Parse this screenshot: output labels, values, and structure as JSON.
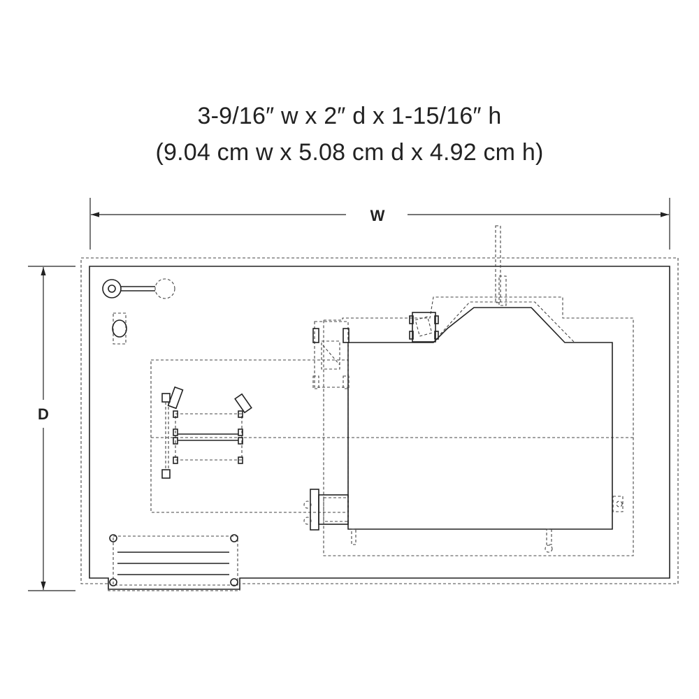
{
  "title": {
    "imperial": "3-9/16″ w x 2″ d x 1-15/16″ h",
    "metric": "(9.04 cm w x 5.08 cm d x 4.92 cm h)"
  },
  "dimensions": {
    "width_label": "W",
    "depth_label": "D"
  }
}
